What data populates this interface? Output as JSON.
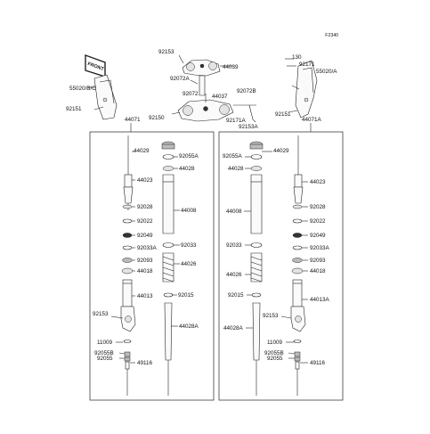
{
  "figure_code": "F2340",
  "badge_text": "FRONT",
  "top": {
    "left_cover": [
      "92151",
      "55020/B/C"
    ],
    "steering": [
      "92153",
      "44039",
      "92072A",
      "92072",
      "44037",
      "92150",
      "92072B",
      "92171A",
      "92153A"
    ],
    "right_cover": [
      "130",
      "92171",
      "55020/A",
      "92151"
    ]
  },
  "box_left_title": "44071",
  "box_right_title": "44071A",
  "left_fork": [
    "44029",
    "92055A",
    "44028",
    "44023",
    "44008",
    "92028",
    "92022",
    "92049",
    "92033A",
    "92033",
    "92093",
    "44026",
    "44018",
    "44013",
    "92015",
    "92153",
    "44028A",
    "11009",
    "92055B",
    "92055",
    "49116"
  ],
  "right_fork": [
    "44029",
    "92055A",
    "44028",
    "44023",
    "44008",
    "92028",
    "92022",
    "92049",
    "92033",
    "92033A",
    "92093",
    "44026",
    "44018",
    "92015",
    "44013A",
    "92153",
    "44028A",
    "11009",
    "92055B",
    "92055",
    "49116"
  ]
}
